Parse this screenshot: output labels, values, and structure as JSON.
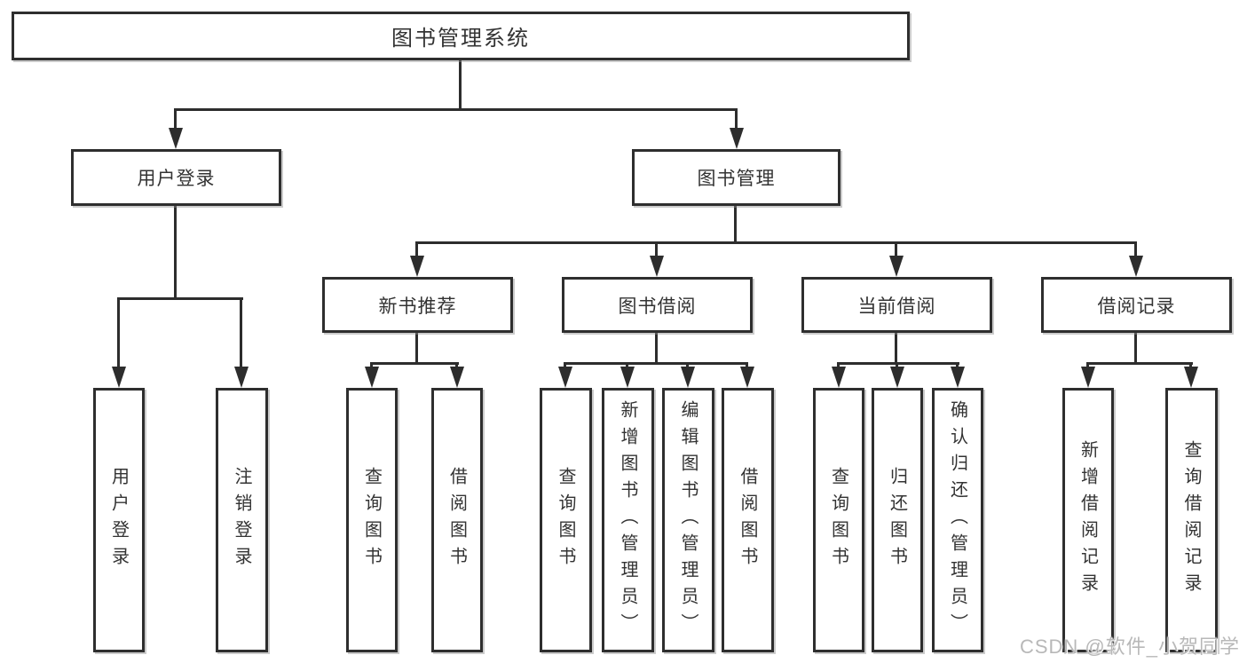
{
  "diagram": {
    "title": "图书管理系统",
    "children": [
      {
        "label": "用户登录",
        "children": [
          {
            "label": "用户登录"
          },
          {
            "label": "注销登录"
          }
        ]
      },
      {
        "label": "图书管理",
        "children": [
          {
            "label": "新书推荐",
            "children": [
              {
                "label": "查询图书"
              },
              {
                "label": "借阅图书"
              }
            ]
          },
          {
            "label": "图书借阅",
            "children": [
              {
                "label": "查询图书"
              },
              {
                "label": "新增图书（管理员）"
              },
              {
                "label": "编辑图书（管理员）"
              },
              {
                "label": "借阅图书"
              }
            ]
          },
          {
            "label": "当前借阅",
            "children": [
              {
                "label": "查询图书"
              },
              {
                "label": "归还图书"
              },
              {
                "label": "确认归还（管理员）"
              }
            ]
          },
          {
            "label": "借阅记录",
            "children": [
              {
                "label": "新增借阅记录"
              },
              {
                "label": "查询借阅记录"
              }
            ]
          }
        ]
      }
    ]
  },
  "watermark": {
    "text": "CSDN @软件_小贺同学"
  },
  "colors": {
    "line": "#2d2d2d",
    "box_border": "#2e2e2e",
    "box_fill": "#ffffff",
    "text": "#333333",
    "watermark": "#b8b8b8",
    "background": "#ffffff"
  }
}
